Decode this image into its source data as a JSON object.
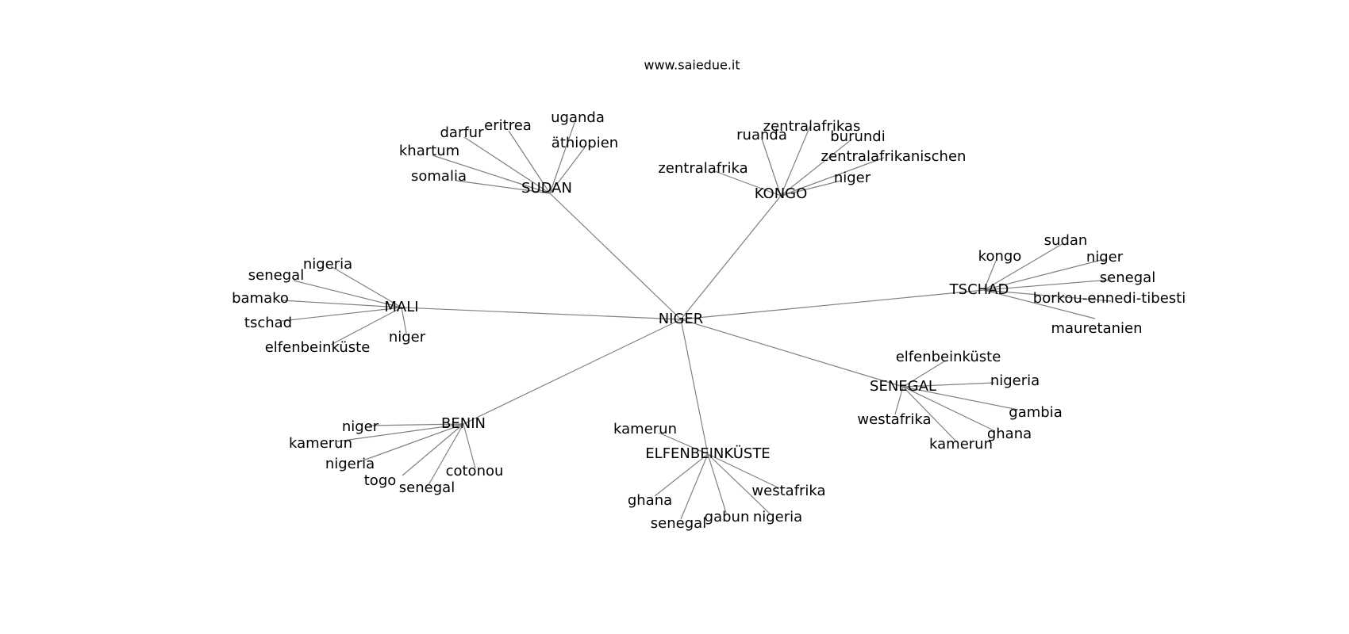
{
  "site": "www.saiedue.it",
  "colors": {
    "edge": "#808080",
    "text": "#000000",
    "background": "#ffffff"
  },
  "graph": {
    "center": {
      "id": "niger",
      "label": "NIGER"
    },
    "hubs": [
      {
        "id": "sudan",
        "label": "SUDAN",
        "leaves": [
          "uganda",
          "eritrea",
          "äthiopien",
          "darfur",
          "khartum",
          "somalia"
        ]
      },
      {
        "id": "kongo",
        "label": "KONGO",
        "leaves": [
          "zentralafrikas",
          "ruanda",
          "burundi",
          "zentralafrikanischen",
          "zentralafrika",
          "niger"
        ]
      },
      {
        "id": "tschad",
        "label": "TSCHAD",
        "leaves": [
          "sudan",
          "kongo",
          "niger",
          "senegal",
          "borkou-ennedi-tibesti",
          "mauretanien"
        ]
      },
      {
        "id": "mali",
        "label": "MALI",
        "leaves": [
          "nigeria",
          "senegal",
          "bamako",
          "tschad",
          "elfenbeinküste",
          "niger"
        ]
      },
      {
        "id": "senegal",
        "label": "SENEGAL",
        "leaves": [
          "elfenbeinküste",
          "nigeria",
          "gambia",
          "westafrika",
          "ghana",
          "kamerun"
        ]
      },
      {
        "id": "benin",
        "label": "BENIN",
        "leaves": [
          "niger",
          "kamerun",
          "nigeria",
          "togo",
          "senegal",
          "cotonou"
        ]
      },
      {
        "id": "elfenbeinkueste",
        "label": "ELFENBEINKÜSTE",
        "leaves": [
          "kamerun",
          "ghana",
          "senegal",
          "gabun",
          "nigeria",
          "westafrika"
        ]
      }
    ]
  }
}
